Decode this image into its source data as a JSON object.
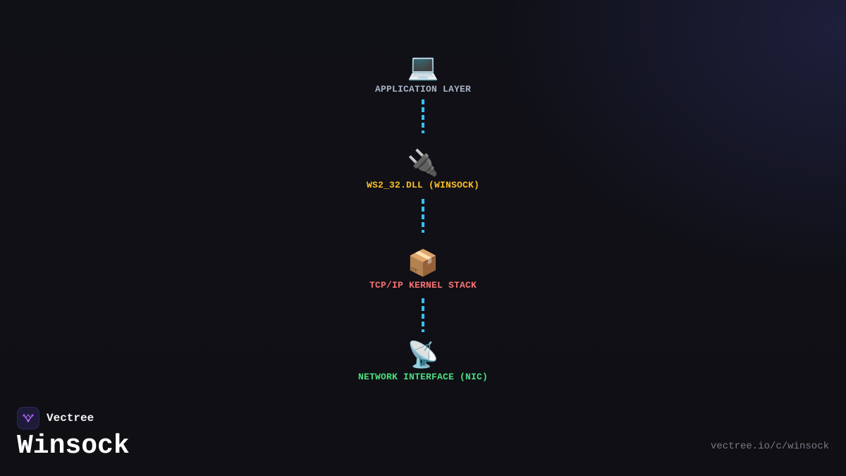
{
  "diagram": {
    "layers": [
      {
        "icon": "laptop-icon",
        "glyph": "💻",
        "label": "APPLICATION LAYER",
        "color": "#a9b3c4"
      },
      {
        "icon": "electric-plug-icon",
        "glyph": "🔌",
        "label": "WS2_32.DLL (WINSOCK)",
        "color": "#fbbf24"
      },
      {
        "icon": "package-icon",
        "glyph": "📦",
        "label": "TCP/IP KERNEL STACK",
        "color": "#f87171"
      },
      {
        "icon": "satellite-antenna-icon",
        "glyph": "📡",
        "label": "NETWORK INTERFACE (NIC)",
        "color": "#4ade80"
      }
    ],
    "connector_color": "#38bdf8"
  },
  "footer": {
    "brand": "Vectree",
    "brand_icon": "vectree-logo-icon",
    "brand_color": "#a855f7",
    "title": "Winsock",
    "url": "vectree.io/c/winsock"
  }
}
